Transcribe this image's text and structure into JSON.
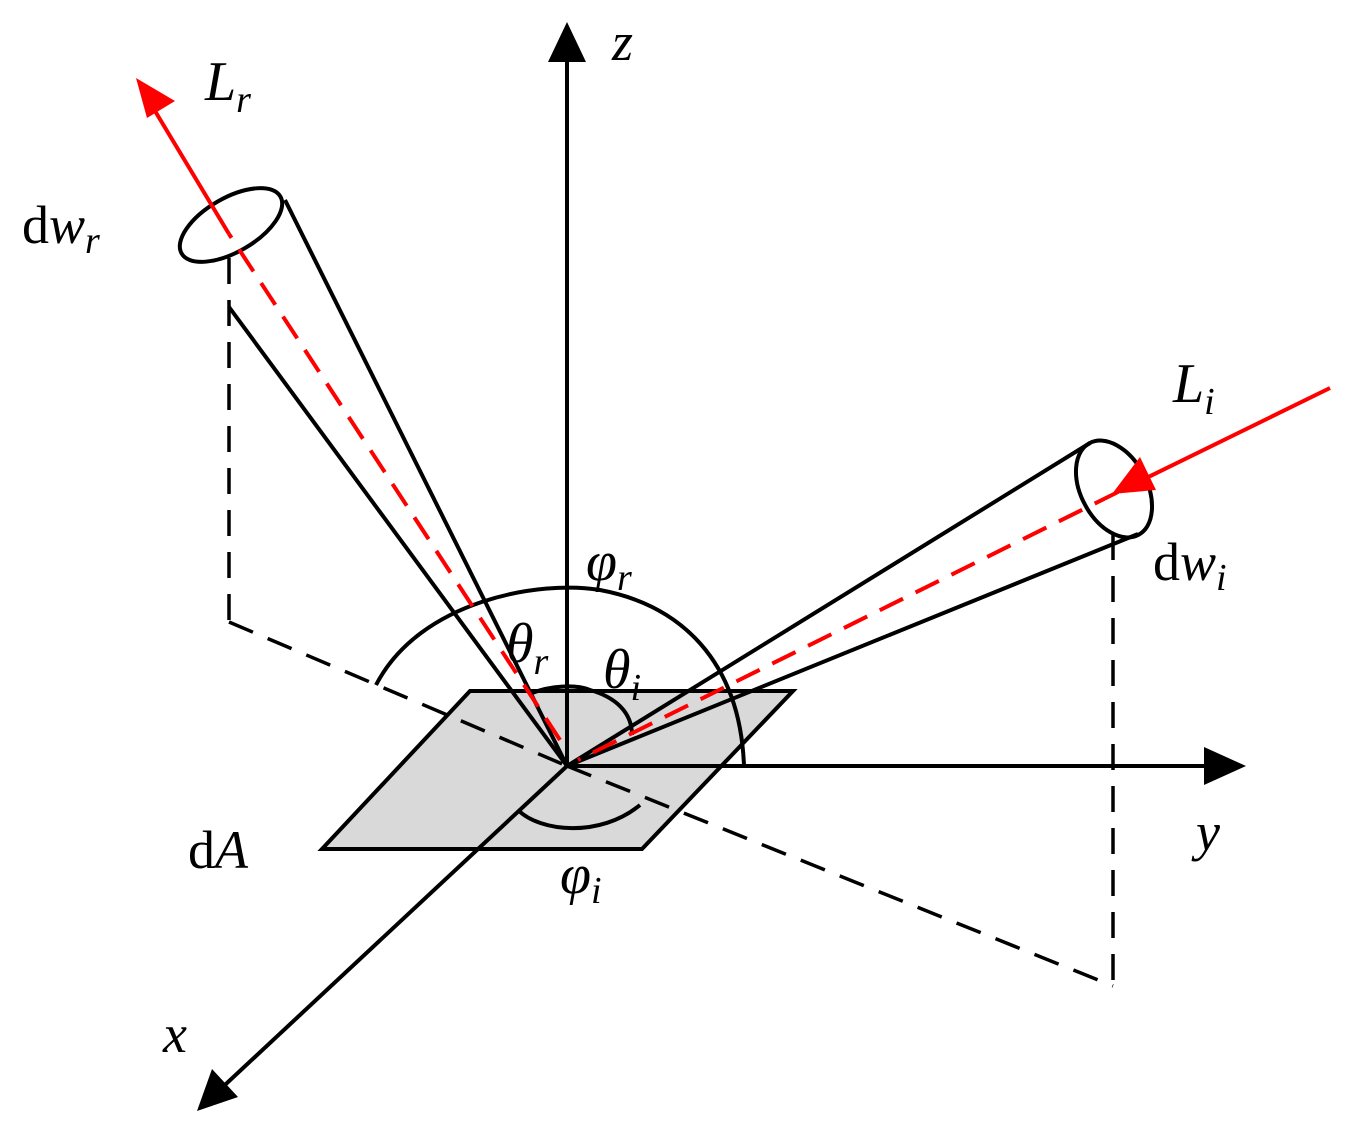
{
  "labels": {
    "z": "z",
    "y": "y",
    "x": "x",
    "Lr_main": "L",
    "Lr_sub": "r",
    "Li_main": "L",
    "Li_sub": "i",
    "dwr_d": "d",
    "dwr_w": "w",
    "dwr_sub": "r",
    "dwi_d": "d",
    "dwi_w": "w",
    "dwi_sub": "i",
    "dA_d": "d",
    "dA_A": "A",
    "phi_r_main": "φ",
    "phi_r_sub": "r",
    "theta_r_main": "θ",
    "theta_r_sub": "r",
    "theta_i_main": "θ",
    "theta_i_sub": "i",
    "phi_i_main": "φ",
    "phi_i_sub": "i"
  },
  "colors": {
    "ink": "#000000",
    "ray": "#ff0000",
    "surface": "#d9d9d9"
  }
}
